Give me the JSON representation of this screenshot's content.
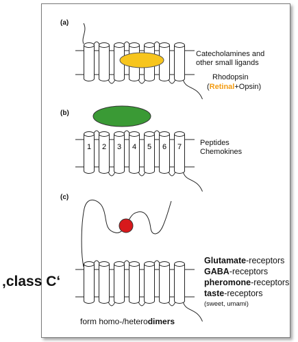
{
  "panels": {
    "a": {
      "label": "(a)",
      "ligands": [
        "Catecholamines and",
        "other small ligands"
      ],
      "receptor": "Rhodopsin",
      "paren_open": "(",
      "retinal": "Retinal",
      "opsin": "+Opsin)"
    },
    "b": {
      "label": "(b)",
      "helices": [
        "1",
        "2",
        "3",
        "4",
        "5",
        "6",
        "7"
      ],
      "ligands": [
        "Peptides",
        "Chemokines"
      ]
    },
    "c": {
      "label": "(c)",
      "class_label": "‚class C‘",
      "receptors": [
        {
          "bold": "Glutamate",
          "rest": "-receptors"
        },
        {
          "bold": "GABA",
          "rest": "-receptors"
        },
        {
          "bold": "pheromone",
          "rest": "-receptors"
        },
        {
          "bold": "taste",
          "rest": "-receptors"
        }
      ],
      "note": "(sweet, umami)",
      "dimers_prefix": "form homo-/hetero",
      "dimers_bold": "dimers"
    }
  },
  "colors": {
    "ligand_a": "#f7c51d",
    "ligand_b": "#3a9a35",
    "ligand_c": "#d7191c",
    "retinal": "#f39c12"
  }
}
